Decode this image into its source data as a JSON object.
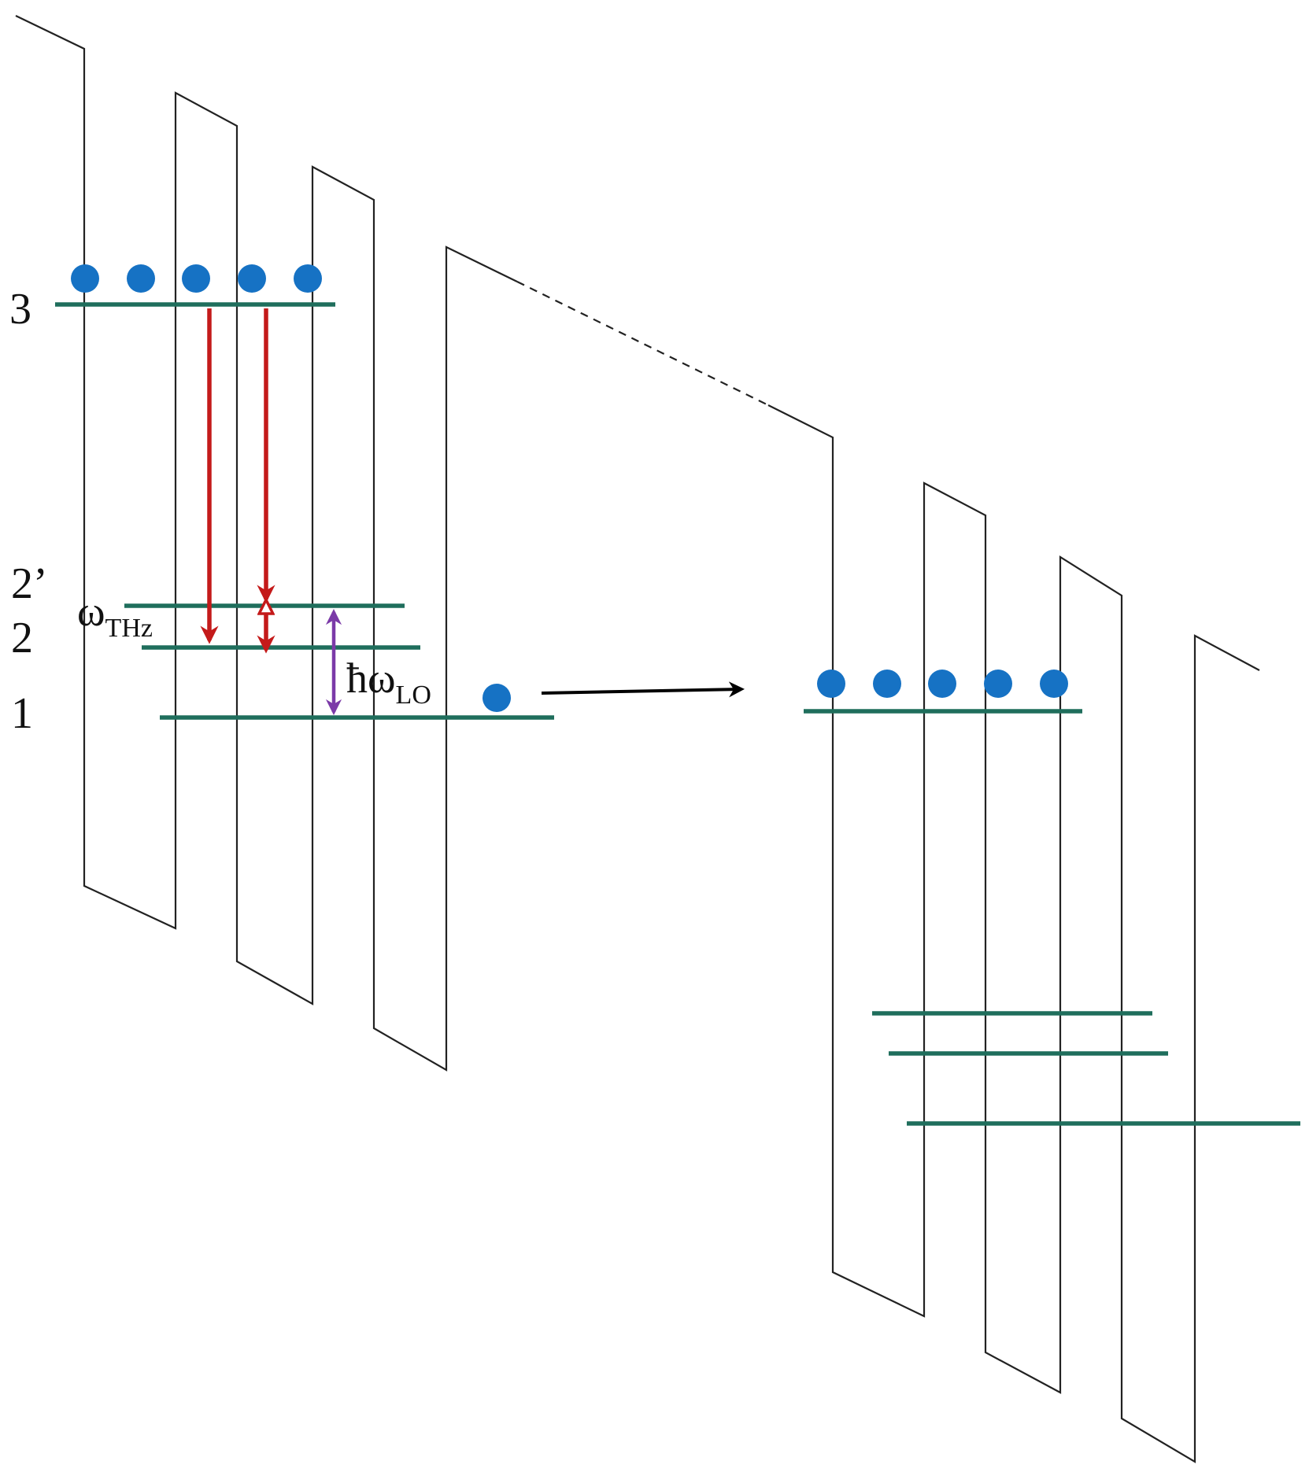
{
  "colors": {
    "level": "#1f6e5c",
    "electron": "#1672c4",
    "emission": "#c41a1a",
    "phonon": "#7b3aa8",
    "transfer": "#000000",
    "band": "#222222"
  },
  "labels": {
    "level_3": "3",
    "level_2p": "2’",
    "level_2": "2",
    "level_1": "1",
    "thz_symbol": "ω",
    "thz_sub": "THz",
    "lo_symbol": "ħω",
    "lo_sub": "LO"
  },
  "electrons": {
    "left_group": 5,
    "left_extraction": 1,
    "right_group": 5
  }
}
